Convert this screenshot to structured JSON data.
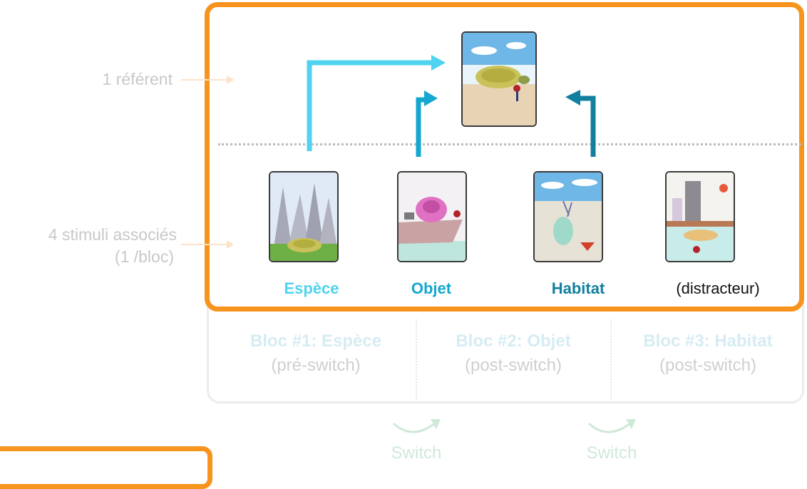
{
  "side": {
    "referent": "1 référent",
    "stimuli_line1": "4 stimuli associés",
    "stimuli_line2": "(1 /bloc)"
  },
  "stimuli": [
    {
      "label": "Espèce",
      "color": "#4fd3ee"
    },
    {
      "label": "Objet",
      "color": "#15a7cf"
    },
    {
      "label": "Habitat",
      "color": "#127f9f"
    },
    {
      "label": "(distracteur)",
      "color": "#111111"
    }
  ],
  "blocs": [
    {
      "title": "Bloc #1: Espèce",
      "sub": "(pré-switch)"
    },
    {
      "title": "Bloc #2: Objet",
      "sub": "(post-switch)"
    },
    {
      "title": "Bloc #3: Habitat",
      "sub": "(post-switch)"
    }
  ],
  "switches": [
    "Switch",
    "Switch"
  ],
  "colors": {
    "frame": "#f7941d",
    "espece": "#4fd3ee",
    "objet": "#15a7cf",
    "habitat": "#127f9f",
    "muted": "#cfcfcf"
  }
}
